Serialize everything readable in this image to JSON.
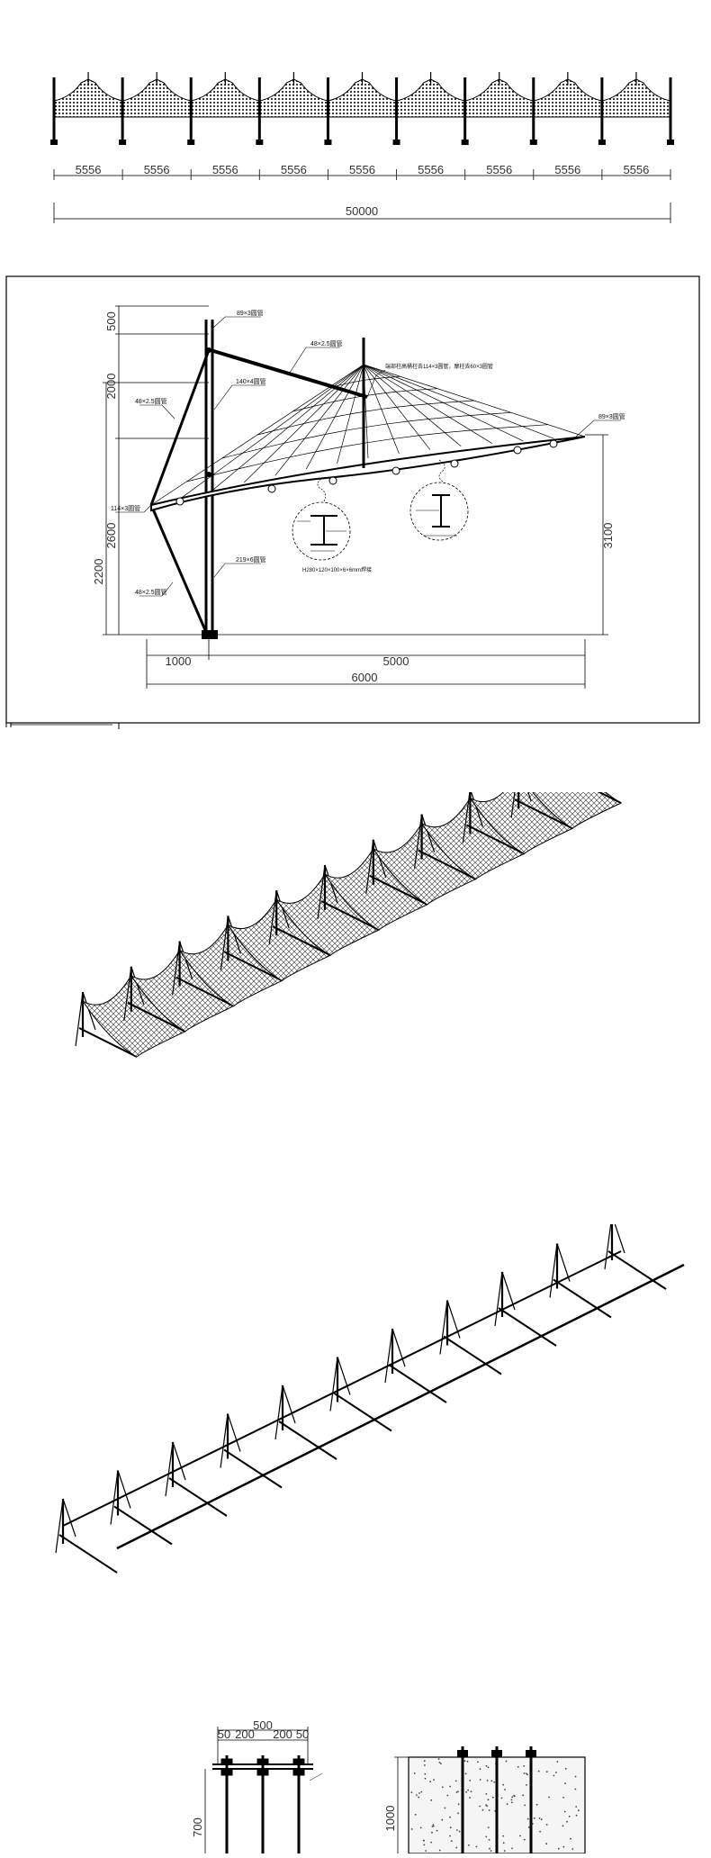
{
  "elevation": {
    "bay_dimensions": [
      "5556",
      "5556",
      "5556",
      "5556",
      "5556",
      "5556",
      "5556",
      "5556",
      "5556"
    ],
    "total_length": "50000"
  },
  "section": {
    "dims": {
      "top_segment": "500",
      "mid_segment": "2000",
      "lower_segment": "2600",
      "base_height": "2200",
      "right_height": "3100",
      "back_span": "1000",
      "cantilever": "5000",
      "total_width": "6000"
    },
    "labels": {
      "mast_top": "89×3圆管",
      "top_tie": "48×2.5圆管",
      "mast_mid": "140×4圆管",
      "left_strut_upper": "48×2.5圆管",
      "node": "114×3圆管",
      "mast_base": "219×6圆管",
      "left_strut_lower": "48×2.5圆管",
      "edge_tube": "89×3圆管",
      "top_note": "端部柱高桶柱去114×3圆管，摩柱去60×3圆管",
      "beam_spec": "H280×120×100×6×6mm焊接"
    }
  },
  "footing": {
    "top_width": "500",
    "spacing": [
      "50",
      "200",
      "200",
      "50"
    ],
    "height_left": "700",
    "height_right": "1000"
  }
}
